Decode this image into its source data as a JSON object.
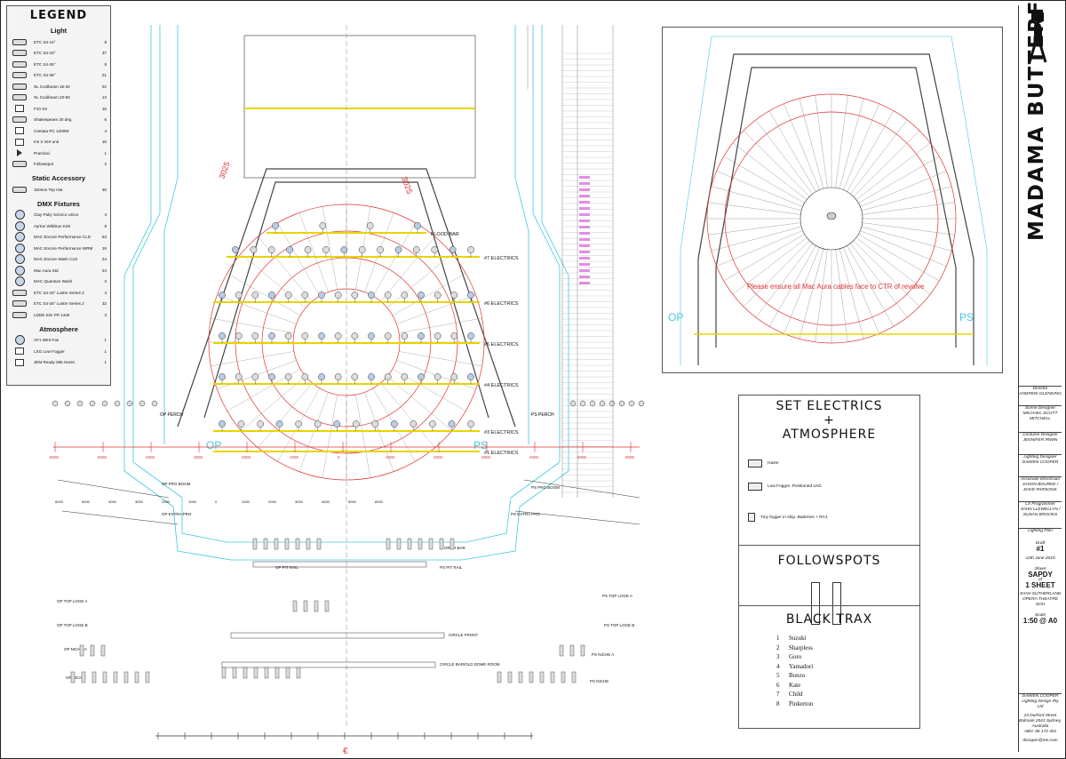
{
  "legend": {
    "title": "LEGEND",
    "sections": [
      {
        "name": "Light",
        "items": [
          {
            "label": "ETC S4-14°",
            "qty": "8",
            "icon": "profile-fixture-icon"
          },
          {
            "label": "ETC S4-19°",
            "qty": "37",
            "icon": "profile-fixture-icon"
          },
          {
            "label": "ETC S4-26°",
            "qty": "8",
            "icon": "profile-fixture-icon"
          },
          {
            "label": "ETC S4-36°",
            "qty": "21",
            "icon": "profile-fixture-icon"
          },
          {
            "label": "SL Coolbeam 15-32",
            "qty": "22",
            "icon": "profile-fixture-icon"
          },
          {
            "label": "SL Coolbeam 23-50",
            "qty": "13",
            "icon": "profile-fixture-icon"
          },
          {
            "label": "F10 SX",
            "qty": "16",
            "icon": "fresnel-icon"
          },
          {
            "label": "Shakespeare 20 deg",
            "qty": "6",
            "icon": "profile-fixture-icon"
          },
          {
            "label": "Cantata PC 1200W",
            "qty": "4",
            "icon": "pc-fixture-icon"
          },
          {
            "label": "Iris 3 Vert unit",
            "qty": "16",
            "icon": "cyc-unit-icon"
          },
          {
            "label": "Practical",
            "qty": "1",
            "icon": "triangle-icon"
          },
          {
            "label": "Followspot",
            "qty": "2",
            "icon": "followspot-icon"
          }
        ]
      },
      {
        "name": "Static Accessory",
        "items": [
          {
            "label": "150mm Top Hat",
            "qty": "30",
            "icon": "top-hat-icon"
          }
        ]
      },
      {
        "name": "DMX Fixtures",
        "items": [
          {
            "label": "Clay Paky Sciroco Unico",
            "qty": "4",
            "icon": "moving-head-icon"
          },
          {
            "label": "Ayrton WildSun K25",
            "qty": "9",
            "icon": "moving-head-icon"
          },
          {
            "label": "MAC Encore Performance CLD",
            "qty": "63",
            "icon": "moving-head-icon"
          },
          {
            "label": "MAC Encore Performance WRM",
            "qty": "19",
            "icon": "moving-head-icon"
          },
          {
            "label": "MAC Encore Wash CLD",
            "qty": "24",
            "icon": "moving-head-icon"
          },
          {
            "label": "Mac Aura Std",
            "qty": "24",
            "icon": "moving-head-icon"
          },
          {
            "label": "MAC Quantum Wash",
            "qty": "2",
            "icon": "moving-head-icon"
          },
          {
            "label": "ETC S4-19° Lustre Series 2",
            "qty": "4",
            "icon": "profile-fixture-icon"
          },
          {
            "label": "ETC S4-26° Lustre Series 2",
            "qty": "32",
            "icon": "profile-fixture-icon"
          },
          {
            "label": "LDDE Sim FR 1440",
            "qty": "3",
            "icon": "strip-icon"
          }
        ]
      },
      {
        "name": "Atmosphere",
        "items": [
          {
            "label": "AF1 MKII Fan",
            "qty": "1",
            "icon": "fan-icon"
          },
          {
            "label": "LSG Low Fogger",
            "qty": "1",
            "icon": "fogger-icon"
          },
          {
            "label": "JEM Ready 365 Hazer",
            "qty": "1",
            "icon": "hazer-icon"
          }
        ]
      }
    ]
  },
  "plan": {
    "positions": [
      "FLOOD BAR",
      "#7 ELECTRICS",
      "#6 ELECTRICS",
      "#5 ELECTRICS",
      "#4 ELECTRICS",
      "#3 ELECTRICS",
      "#1 ELECTRICS",
      "OP PERCH",
      "PS PERCH",
      "OP PRO BOOM",
      "PS PRO BOOM",
      "OP EXTRA PRO",
      "PS EXTRA PRO",
      "ORCH BAR",
      "OP PIT RAIL",
      "PS PIT RAIL",
      "OP TOP LOGE A",
      "OP TOP LOGE B",
      "PS TOP LOGE A",
      "PS TOP LOGE B",
      "OP NICHE A",
      "PS NICHE A",
      "OP NICHE",
      "PS NICHE",
      "CIRCLE FRONT",
      "CIRCLE BAR/OLD DOME ROOM"
    ],
    "op_label": "OP",
    "ps_label": "PS",
    "dim_a": "3025",
    "dim_b": "3025",
    "centre_label": "€",
    "scale_labels": [
      "6000",
      "5000",
      "4000",
      "3000",
      "2000",
      "1000",
      "0",
      "1000",
      "2000",
      "3000",
      "4000",
      "5000",
      "6000"
    ]
  },
  "inset": {
    "note": "Please ensure all Mac Aura cables face to CTR of revolve",
    "op": "OP",
    "ps": "PS"
  },
  "notes_block": {
    "set_electrics_title": "SET ELECTRICS",
    "plus": "+",
    "atmosphere_title": "ATMOSPHERE",
    "items": [
      {
        "label": "Hazer",
        "icon": "hazer-icon"
      },
      {
        "label": "Low Fogger. Positioned LNC",
        "icon": "fogger-icon"
      },
      {
        "label": "Tiny fogger in ship. Batteries + RC4",
        "icon": "tiny-fogger-icon"
      }
    ],
    "followspots_title": "FOLLOWSPOTS",
    "black_trax_title": "BLACK TRAX",
    "black_trax": [
      {
        "num": "1",
        "name": "Suzuki"
      },
      {
        "num": "2",
        "name": "Sharpless"
      },
      {
        "num": "3",
        "name": "Goro"
      },
      {
        "num": "4",
        "name": "Yamadori"
      },
      {
        "num": "5",
        "name": "Bonzo"
      },
      {
        "num": "6",
        "name": "Kate"
      },
      {
        "num": "7",
        "name": "Child"
      },
      {
        "num": "8",
        "name": "Pinkerton"
      }
    ]
  },
  "title_block": {
    "show": "MADAMA BUTTERFLY",
    "director_label": "Director",
    "director": "ANDREW GLENDING",
    "scene_label": "Scene Designer",
    "scene": "MICHAEL SCOTT MITCHELL",
    "costume_label": "Costume Designer",
    "costume": "JENNIFER IRWIN",
    "lighting_label": "Lighting Designer",
    "lighting": "DAMIEN COOPER",
    "assoc_label": "Associate Electrician",
    "assoc": "JASON BOURKE / DAVE PARSONS",
    "prog_label": "LX Programmer",
    "prog": "JOHN LLEWELLYN / SUSAN BROOKS",
    "plan_title": "Lighting Plan",
    "draft": "Draft",
    "draft_no": "#1",
    "date": "12th June 2019",
    "sheet_label": "Sheet",
    "sheet": "SAPDY",
    "of": "of",
    "sheets": "1 SHEET",
    "venue": "JOAN SUTHERLAND OPERA THEATRE SOH",
    "scale_label": "Scale",
    "scale": "1:50 @ A0",
    "company": "DAMIEN COOPER Lighting Design Pty Ltd",
    "address": "24 Durford Street Balmain 2041 Sydney, Australia",
    "abn": "ABN: 86 172 491",
    "email": "dcooper@me.com"
  }
}
